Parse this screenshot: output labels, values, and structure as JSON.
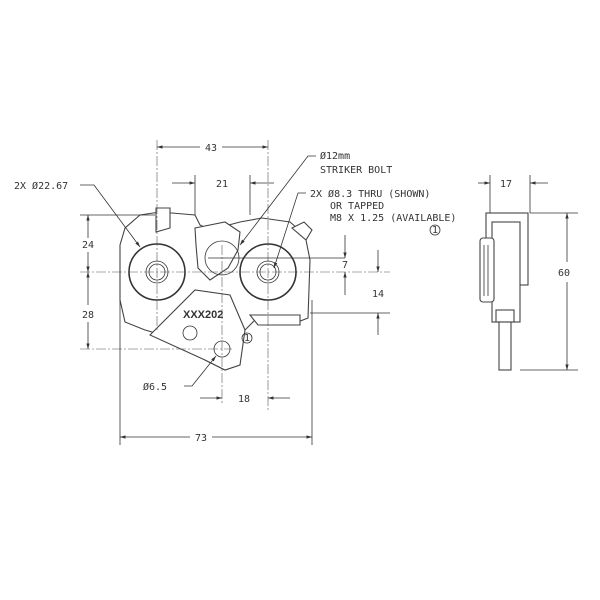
{
  "drawing": {
    "part_label": "XXX202",
    "dimensions": {
      "width_overall": "73",
      "hole_spacing": "43",
      "striker_offset": "21",
      "upper_height": "24",
      "lower_height": "28",
      "striker_vertical": "7",
      "lower_offset": "14",
      "pivot_offset": "18",
      "side_depth": "17",
      "side_height": "60"
    },
    "callouts": {
      "rotor_diameter": "2X Ø22.67",
      "striker_diameter": "Ø12mm",
      "striker_name": "STRIKER BOLT",
      "hole_line1": "2X Ø8.3 THRU (SHOWN)",
      "hole_line2": "OR TAPPED",
      "hole_line3": "M8 X 1.25 (AVAILABLE)",
      "pivot_hole": "Ø6.5",
      "note_marker_1": "1",
      "note_marker_2": "1"
    }
  }
}
